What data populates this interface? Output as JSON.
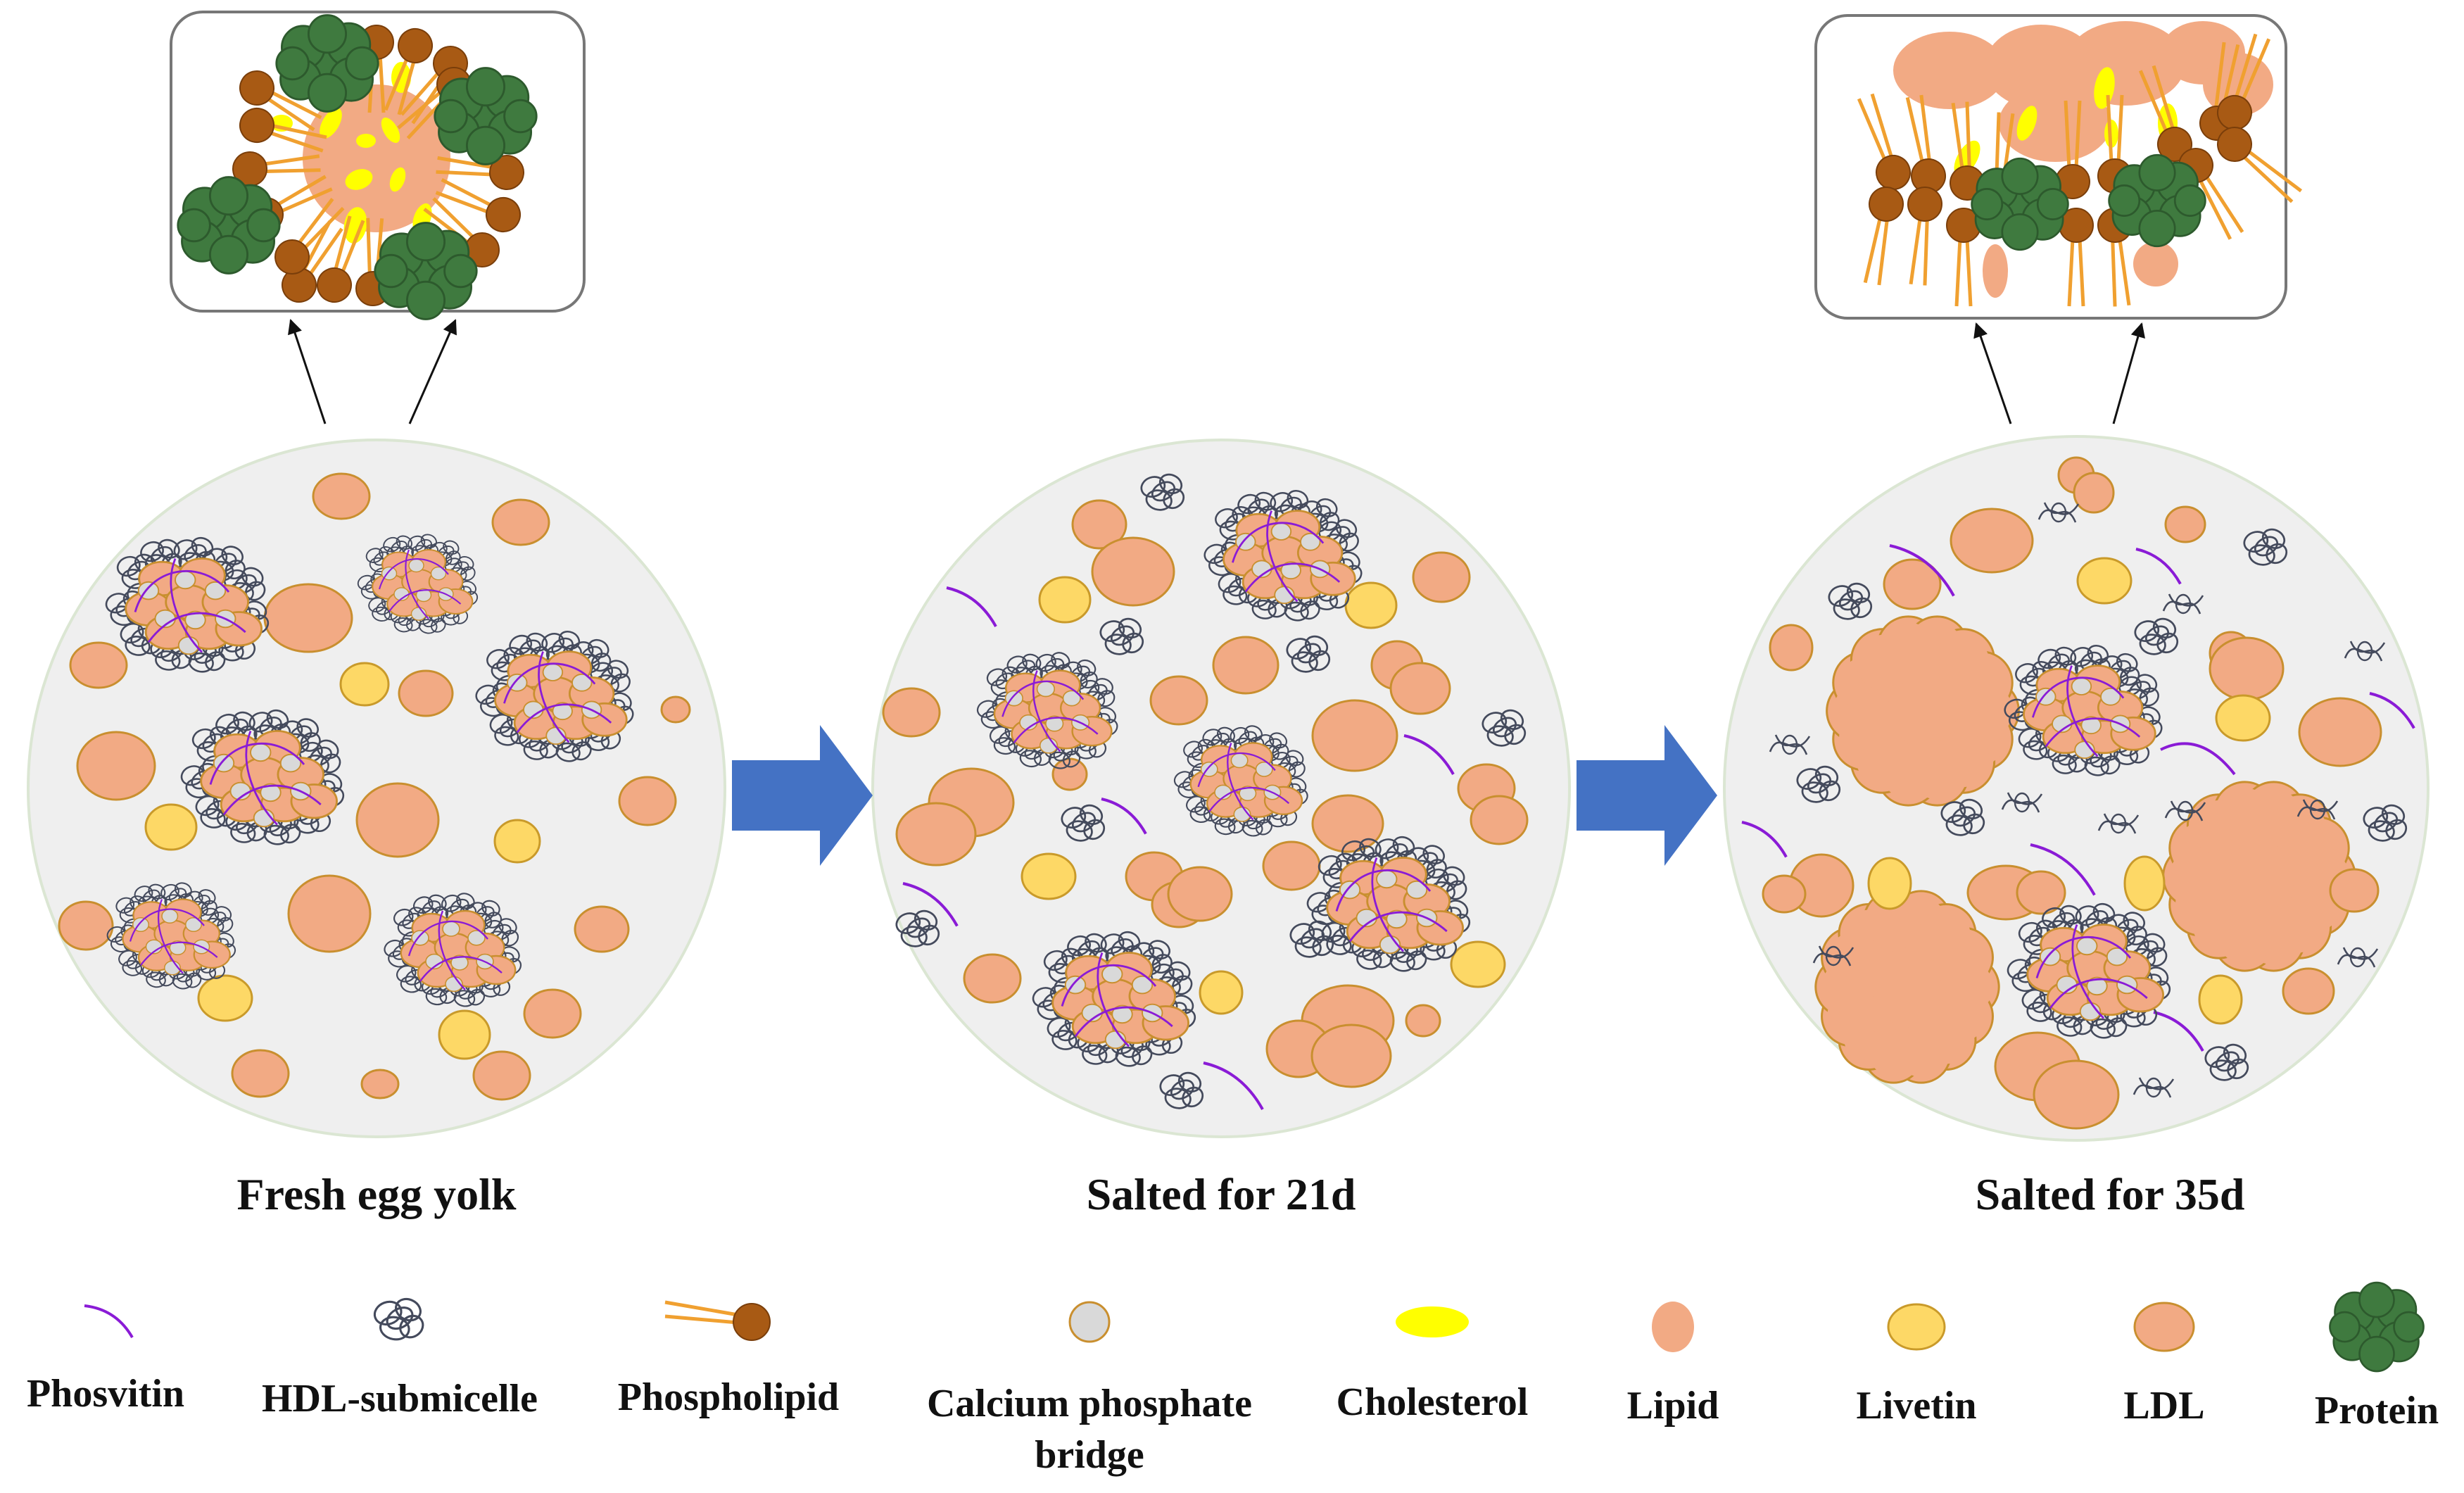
{
  "stages": [
    {
      "label": "Fresh egg yolk"
    },
    {
      "label": "Salted for 21d"
    },
    {
      "label": "Salted for 35d"
    }
  ],
  "legend": [
    {
      "label": "Phosvitin",
      "icon": "phosvitin-icon"
    },
    {
      "label": "HDL-submicelle",
      "icon": "hdl-submicelle-icon"
    },
    {
      "label": "Phospholipid",
      "icon": "phospholipid-icon"
    },
    {
      "label": "Calcium phosphate",
      "label2": "bridge",
      "icon": "calcium-phosphate-bridge-icon"
    },
    {
      "label": "Cholesterol",
      "icon": "cholesterol-icon"
    },
    {
      "label": "Lipid",
      "icon": "lipid-icon"
    },
    {
      "label": "Livetin",
      "icon": "livetin-icon"
    },
    {
      "label": "LDL",
      "icon": "ldl-icon"
    },
    {
      "label": "Protein",
      "icon": "protein-icon"
    }
  ],
  "colors": {
    "circle_fill": "#efefef",
    "circle_stroke": "#dbe6d3",
    "ldl": "#f2aa84",
    "ldl_stroke": "#c98f2f",
    "livetin": "#fdd866",
    "livetin_stroke": "#c99a2a",
    "phosvitin": "#8a1bd6",
    "hdl": "#444a5c",
    "calcium": "#d9d9d9",
    "cholesterol": "#ffff00",
    "phospholipid_head": "#a85a14",
    "phospholipid_tail": "#f0a030",
    "protein": "#3f7a3f",
    "arrow": "#4472c4"
  }
}
